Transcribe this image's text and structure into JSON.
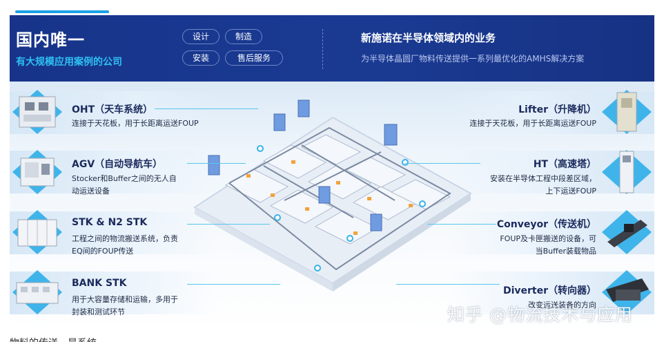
{
  "banner": {
    "title": "国内唯一",
    "subtitle": "有大规模应用案例的公司",
    "pills": [
      "设计",
      "制造",
      "安装",
      "售后服务"
    ],
    "headline": "新施诺在半导体领域内的业务",
    "description": "为半导体晶圆厂物料传送提供一系列最优化的AMHS解决方案"
  },
  "left_items": [
    {
      "title": "OHT（天车系统）",
      "desc": [
        "连接于天花板，用于长距离运送FOUP"
      ],
      "icon": "oht-equipment-image"
    },
    {
      "title": "AGV（自动导航车）",
      "desc": [
        "Stocker和Buffer之间的无人自",
        "动运送设备"
      ],
      "icon": "agv-vehicle-image"
    },
    {
      "title": "STK & N2 STK",
      "desc": [
        "工程之间的物流搬送系统，负责",
        "EQ间的FOUP传送"
      ],
      "icon": "stocker-image"
    },
    {
      "title": "BANK STK",
      "desc": [
        "用于大容量存储和运输，多用于",
        "封装和测试环节"
      ],
      "icon": "bank-stocker-image"
    }
  ],
  "right_items": [
    {
      "title": "Lifter（升降机）",
      "desc": [
        "连接于天花板，用于长距离运送FOUP"
      ],
      "icon": "lifter-image"
    },
    {
      "title": "HT（高速塔）",
      "desc": [
        "安装在半导体工程中段差区域，",
        "上下运送FOUP"
      ],
      "icon": "high-speed-tower-image"
    },
    {
      "title": "Conveyor（传送机）",
      "desc": [
        "FOUP及卡匣搬送的设备，可",
        "当Buffer装载物品"
      ],
      "icon": "conveyor-image"
    },
    {
      "title": "Diverter（转向器）",
      "desc": [
        "改变运送装备的方向"
      ],
      "icon": "diverter-image"
    }
  ],
  "watermark": "知乎 @物流技术与应用",
  "bottom_text": "物料的传送，是系统",
  "colors": {
    "banner": "#17348a",
    "accent": "#2ec0f2",
    "title_text": "#1b2a5c"
  }
}
